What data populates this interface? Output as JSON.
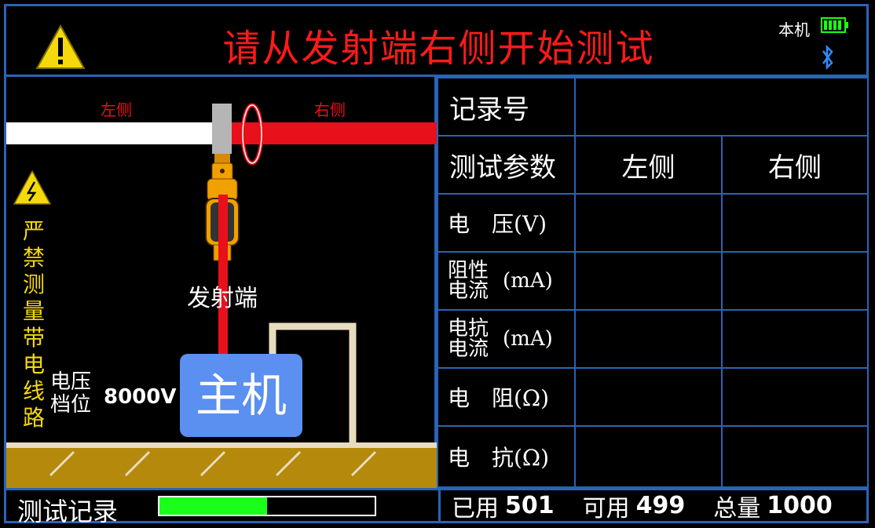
{
  "header": {
    "title": "请从发射端右侧开始测试",
    "device_label": "本机"
  },
  "scene": {
    "left_label": "左侧",
    "right_label": "右侧",
    "transmitter_label": "发射端",
    "vertical_warning": [
      "严",
      "禁",
      "测",
      "量",
      "带",
      "电",
      "线",
      "路"
    ],
    "voltage_range_label_line1": "电压",
    "voltage_range_label_line2": "档位",
    "voltage_value": "8000V",
    "host_label": "主机"
  },
  "table": {
    "record_no_label": "记录号",
    "record_no_value": "",
    "params_label": "测试参数",
    "left_header": "左侧",
    "right_header": "右侧",
    "rows": [
      {
        "label": "电　压(V)",
        "left": "",
        "right": ""
      },
      {
        "label_l1": "阻性",
        "label_l2": "电流",
        "unit": "(mA)",
        "left": "",
        "right": ""
      },
      {
        "label_l1": "电抗",
        "label_l2": "电流",
        "unit": "(mA)",
        "left": "",
        "right": ""
      },
      {
        "label": "电　阻(Ω)",
        "left": "",
        "right": ""
      },
      {
        "label": "电　抗(Ω)",
        "left": "",
        "right": ""
      }
    ]
  },
  "footer": {
    "records_label": "测试记录",
    "used_label": "已用",
    "used_value": "501",
    "available_label": "可用",
    "available_value": "499",
    "total_label": "总量",
    "total_value": "1000",
    "progress_fraction": 0.501
  },
  "colors": {
    "accent_border": "#2a63b8",
    "title_red": "#ff1a1a",
    "host_blue": "#5b8ff0",
    "warning_yellow": "#f5d90a",
    "progress_green": "#1aff1a"
  }
}
